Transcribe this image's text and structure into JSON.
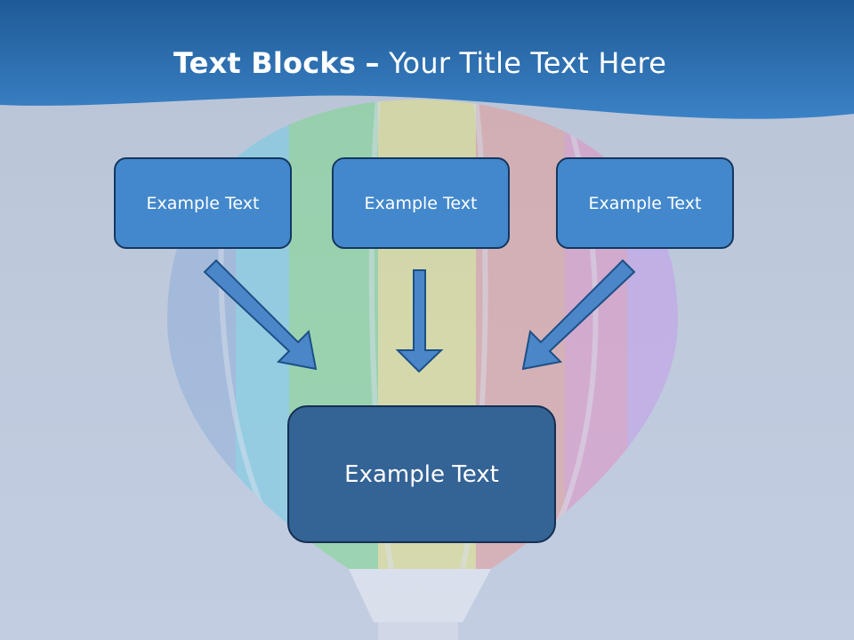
{
  "slide": {
    "title_bold": "Text Blocks",
    "title_dash": "–",
    "title_rest": "Your Title Text Here"
  },
  "diagram": {
    "top_boxes": [
      {
        "label": "Example Text"
      },
      {
        "label": "Example Text"
      },
      {
        "label": "Example Text"
      }
    ],
    "bottom_box": {
      "label": "Example Text"
    },
    "arrows": [
      "arrow-down-right",
      "arrow-down",
      "arrow-down-left"
    ]
  },
  "colors": {
    "header_band": "#2a6aa8",
    "box_fill": "#4388cc",
    "bottom_box_fill": "#346395",
    "arrow_fill": "#4a86c8",
    "arrow_stroke": "#1d4f86",
    "background": "#bfc9dc"
  }
}
